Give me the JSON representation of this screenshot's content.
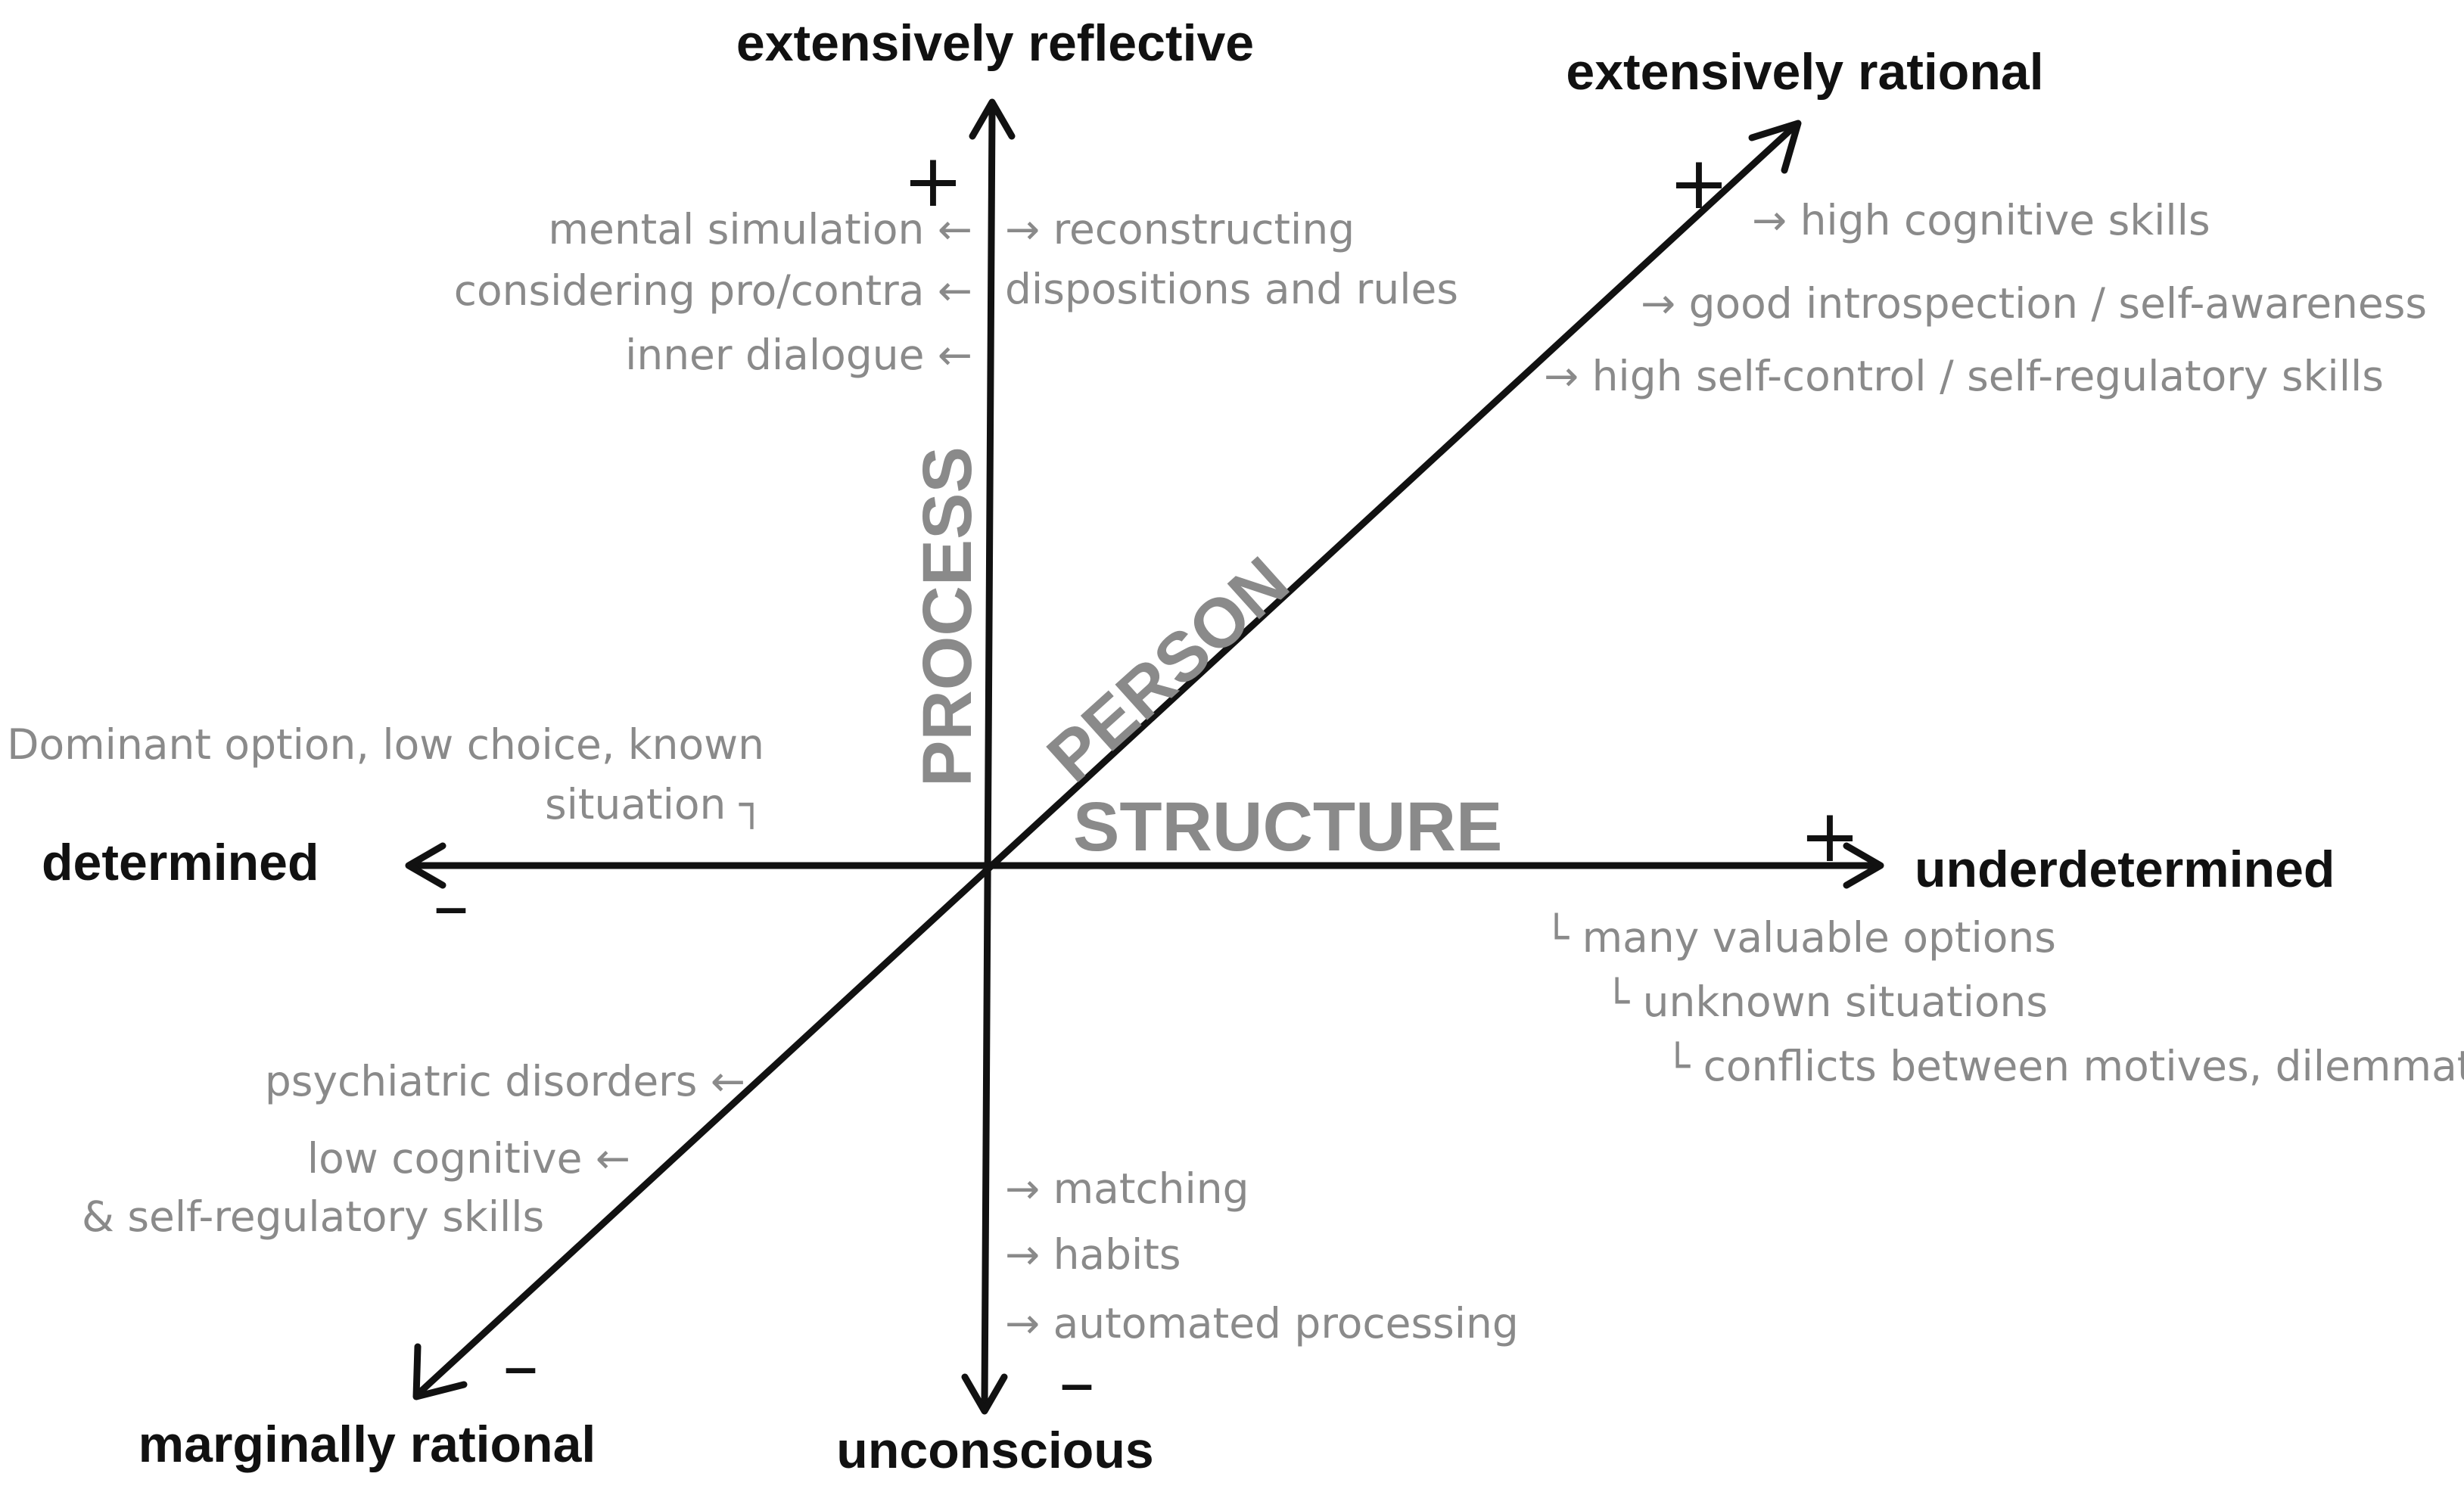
{
  "axes": {
    "top": "extensively reflective",
    "bottom": "unconscious",
    "left": "determined",
    "right": "underdetermined",
    "upper_right": "extensively rational",
    "lower_left": "marginally rational"
  },
  "dimensions": {
    "process": "PROCESS",
    "person": "PERSON",
    "structure": "STRUCTURE"
  },
  "signs": {
    "plus": "+",
    "minus": "–"
  },
  "reflective_left": [
    "mental simulation ←",
    "considering pro/contra ←",
    "inner dialogue ←"
  ],
  "reflective_right": [
    "→ reconstructing",
    "dispositions and rules"
  ],
  "rational_notes": [
    "→ high cognitive skills",
    "→ good introspection / self-awareness",
    "→ high self-control / self-regulatory skills"
  ],
  "determined_note": [
    "Dominant option, low choice, known",
    "situation ┐"
  ],
  "underdetermined_notes": [
    "└ many valuable options",
    "└ unknown situations",
    "└ conflicts between motives, dilemmata"
  ],
  "marginal_notes": [
    "psychiatric disorders ←",
    "low cognitive ←",
    "& self-regulatory skills"
  ],
  "unconscious_notes": [
    "→ matching",
    "→ habits",
    "→ automated processing"
  ]
}
